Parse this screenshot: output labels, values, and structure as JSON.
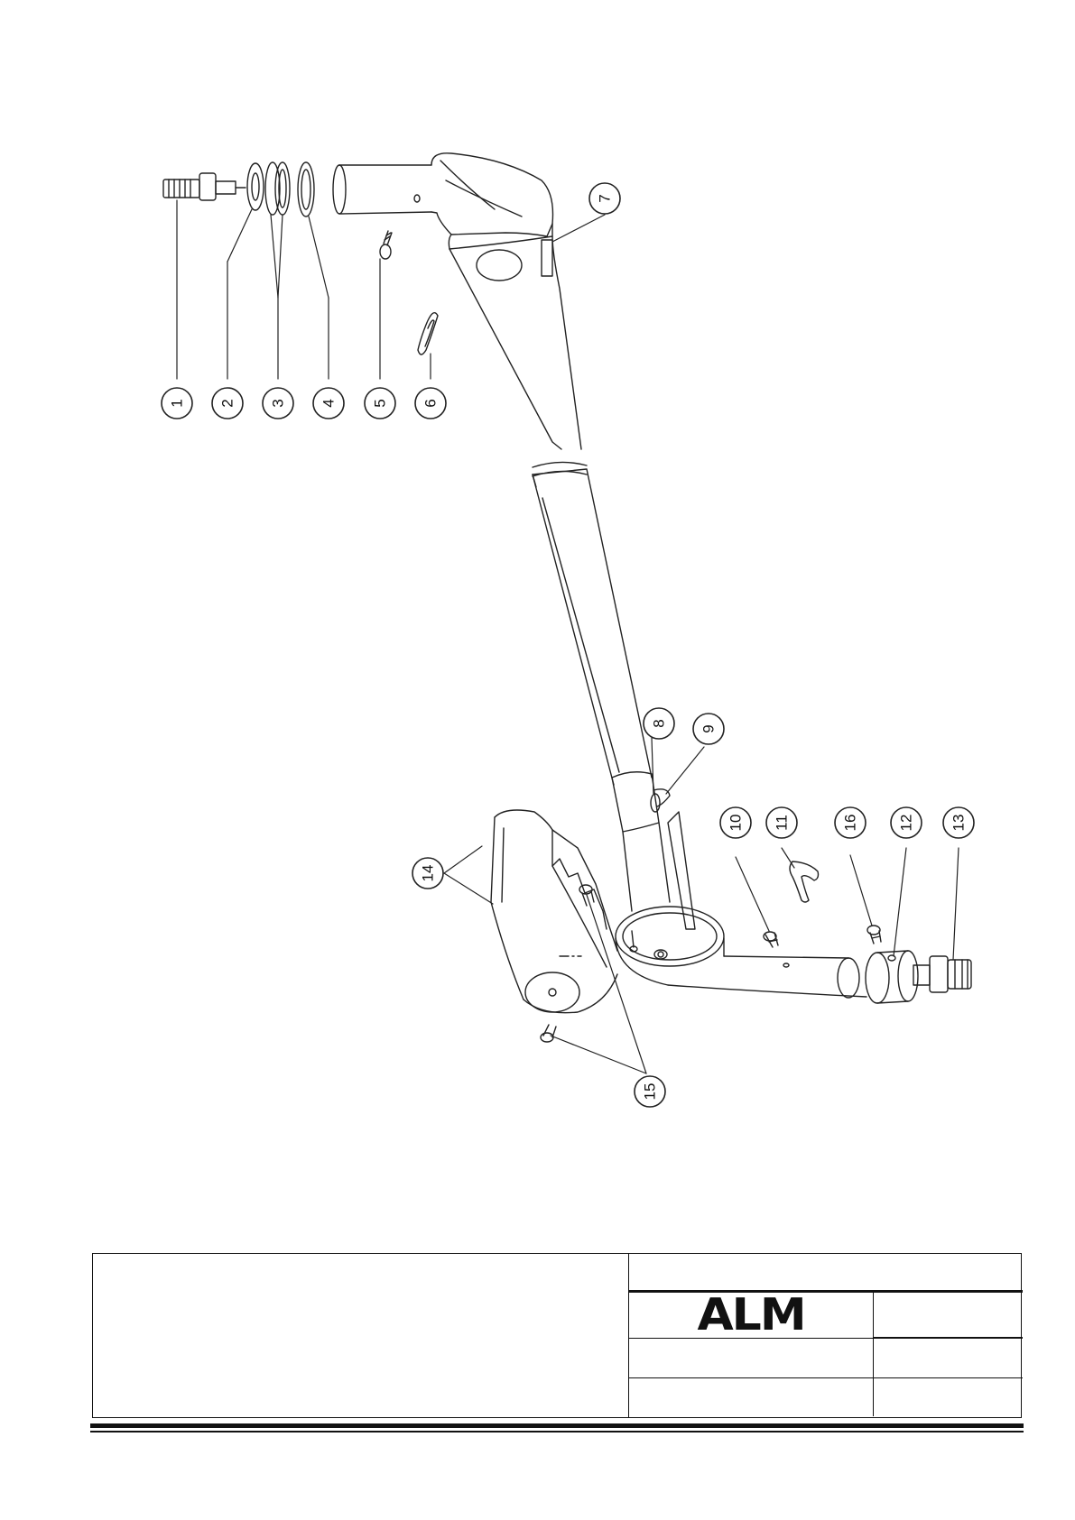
{
  "callouts": [
    {
      "id": "c1",
      "label": "1"
    },
    {
      "id": "c2",
      "label": "2"
    },
    {
      "id": "c3",
      "label": "3"
    },
    {
      "id": "c4",
      "label": "4"
    },
    {
      "id": "c5",
      "label": "5"
    },
    {
      "id": "c6",
      "label": "6"
    },
    {
      "id": "c7",
      "label": "7"
    },
    {
      "id": "c8",
      "label": "8"
    },
    {
      "id": "c9",
      "label": "9"
    },
    {
      "id": "c10",
      "label": "10"
    },
    {
      "id": "c11",
      "label": "11"
    },
    {
      "id": "c16",
      "label": "16"
    },
    {
      "id": "c12",
      "label": "12"
    },
    {
      "id": "c13",
      "label": "13"
    },
    {
      "id": "c14",
      "label": "14"
    },
    {
      "id": "c15",
      "label": "15"
    }
  ],
  "title_block": {
    "logo_text": "ALM"
  }
}
